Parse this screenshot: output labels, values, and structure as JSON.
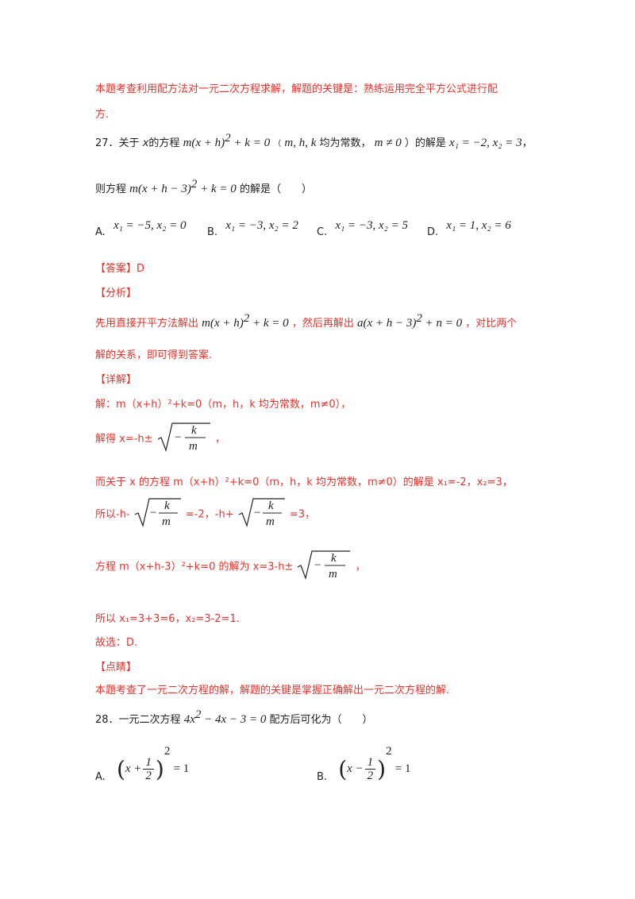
{
  "intro": {
    "line1": "本题考查利用配方法对一元二次方程求解，解题的关键是：熟练运用完全平方公式进行配",
    "line2": "方."
  },
  "q27": {
    "number": "27．",
    "text_a": "关于",
    "var_x": "x",
    "text_b": "的方程",
    "eq1": "m(x + h)",
    "eq1_tail": " + k = 0",
    "paren_open": "（",
    "consts": "m, h, k",
    "text_c": "均为常数，",
    "m_ne0": "m ≠ 0",
    "paren_close": "）的解是",
    "sol": "x₁ = −2, x₂ = 3",
    "comma": "，",
    "line2_prefix": "则方程",
    "eq2": "m(x + h − 3)",
    "eq2_tail": " + k = 0",
    "line2_suffix": "的解是（　　）",
    "options": [
      {
        "label": "A.",
        "value": "x₁ = −5, x₂ = 0"
      },
      {
        "label": "B.",
        "value": "x₁ = −3, x₂ = 2"
      },
      {
        "label": "C.",
        "value": "x₁ = −3, x₂ = 5"
      },
      {
        "label": "D.",
        "value": "x₁ = 1, x₂ = 6"
      }
    ],
    "answer_label": "【答案】",
    "answer_value": "D",
    "analysis_label": "【分析】",
    "analysis_a": "先用直接开平方法解出",
    "analysis_eq1": "m(x + h)",
    "analysis_eq1_tail": " + k = 0",
    "analysis_b": "，然后再解出",
    "analysis_eq2": "a(x + h − 3)",
    "analysis_eq2_tail": " + n = 0",
    "analysis_c": "，对比两个",
    "analysis_line2": "解的关系，即可得到答案.",
    "detail_label": "【详解】",
    "d1": "解：m（x+h）²+k=0（m，h，k 均为常数，m≠0），",
    "d2_prefix": "解得 x=-h±",
    "frac_num": "k",
    "frac_den": "m",
    "minus": "−",
    "d2_suffix": "，",
    "d3": "而关于 x 的方程 m（x+h）²+k=0（m，h，k 均为常数，m≠0）的解是 x₁=-2，x₂=3，",
    "d4_a": "所以-h-",
    "d4_b": "=-2，-h+",
    "d4_c": "=3，",
    "d5_prefix": "方程 m（x+h-3）²+k=0 的解为 x=3-h±",
    "d5_suffix": "，",
    "d6": "所以 x₁=3+3=6，x₂=3-2=1.",
    "d7": "故选：D.",
    "comment_label": "【点睛】",
    "comment": "本题考查了一元二次方程的解，解题的关键是掌握正确解出一元二次方程的解."
  },
  "q28": {
    "number": "28．",
    "text_a": "一元二次方程",
    "eq": "4x",
    "eq_tail": " − 4x − 3 = 0",
    "text_b": "配方后可化为（　　）",
    "options": [
      {
        "label": "A.",
        "inner": "x +",
        "num": "1",
        "den": "2",
        "rhs": "= 1"
      },
      {
        "label": "B.",
        "inner": "x −",
        "num": "1",
        "den": "2",
        "rhs": "= 1"
      }
    ],
    "exp": "2"
  }
}
